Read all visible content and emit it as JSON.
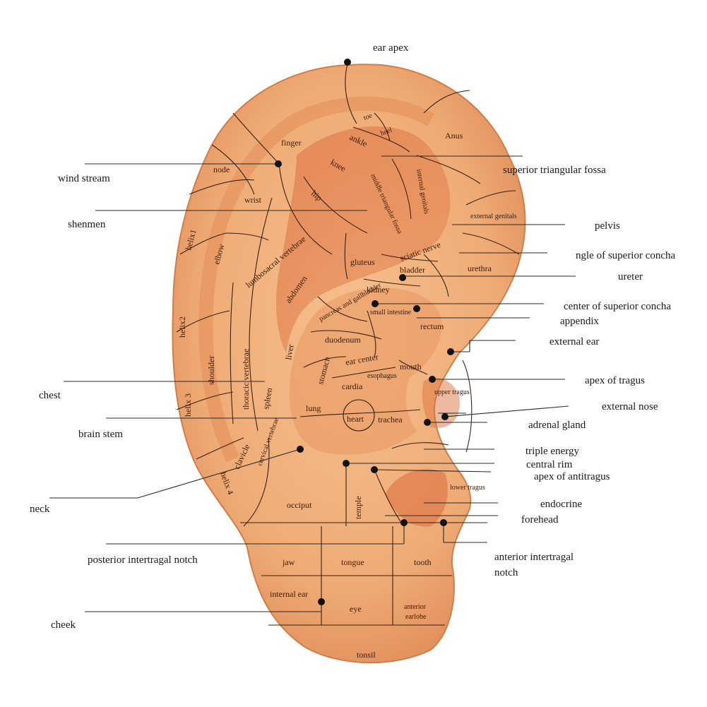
{
  "callouts": {
    "ear_apex": "ear apex",
    "wind_stream": "wind stream",
    "shenmen": "shenmen",
    "superior_triangular_fossa": "superior triangular fossa",
    "pelvis": "pelvis",
    "angle_superior_concha": "ngle of superior concha",
    "ureter": "ureter",
    "center_superior_concha": "center of superior concha",
    "appendix": "appendix",
    "external_ear": "external ear",
    "chest": "chest",
    "apex_of_tragus": "apex of tragus",
    "external_nose": "external nose",
    "brain_stem": "brain stem",
    "adrenal_gland": "adrenal gland",
    "triple_energy": "triple energy",
    "central_rim": "central rim",
    "apex_of_antitragus": "apex of antitragus",
    "neck": "neck",
    "endocrine": "endocrine",
    "forehead": "forehead",
    "posterior_intertragal_notch": "posterior intertragal notch",
    "anterior_intertragal_notch_1": "anterior intertragal",
    "anterior_intertragal_notch_2": "notch",
    "cheek": "cheek"
  },
  "zones": {
    "toe": "toe",
    "heel": "heel",
    "ankle": "ankle",
    "anus": "Anus",
    "finger": "finger",
    "node": "node",
    "knee": "knee",
    "wrist": "wrist",
    "hip": "hip",
    "middle_triangular_fossa": "middle triangular fossa",
    "internal_genitals": "internal genitals",
    "external_genitals": "external genitals",
    "helix1": "helix1",
    "elbow": "elbow",
    "lumbosacral_vertebrae": "lumbosacral vertebrae",
    "gluteus": "gluteus",
    "sciatic_nerve": "sciatic nerve",
    "bladder": "bladder",
    "urethra": "urethra",
    "abdomen": "abdomen",
    "kidney": "kidney",
    "pancreas_gallbladder": "pancreas and gallbladder",
    "small_intestine": "small intestine",
    "rectum": "rectum",
    "helix2": "helix2",
    "shoulder": "shoulder",
    "thoracic_vertebrae": "thoracic vertebrae",
    "liver": "liver",
    "duodenum": "duodenum",
    "stomach": "stomach",
    "ear_center": "ear center",
    "mouth": "mouth",
    "esophagus": "esophagus",
    "cardia": "cardia",
    "upper_tragus": "upper tragus",
    "helix3": "helix 3",
    "spleen": "spleen",
    "lung": "lung",
    "heart": "heart",
    "trachea": "trachea",
    "clavicle": "clavicle",
    "cervical_vertebrae": "cervical vertebrae",
    "helix4": "helix 4",
    "occiput": "occiput",
    "temple": "temple",
    "lower_tragus": "lower tragus",
    "jaw": "jaw",
    "tongue": "tongue",
    "tooth": "tooth",
    "internal_ear": "internal ear",
    "eye": "eye",
    "anterior_earlobe_1": "anterior",
    "anterior_earlobe_2": "earlobe",
    "tonsil": "tonsil"
  }
}
